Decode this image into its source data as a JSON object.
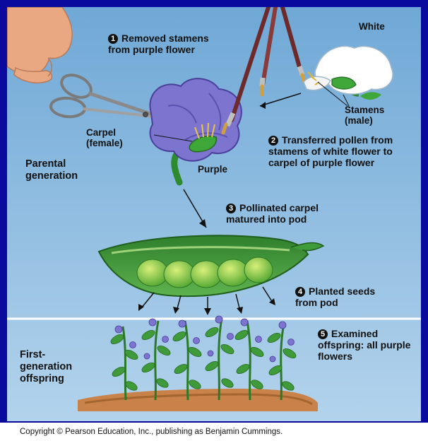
{
  "steps": [
    {
      "number": "1",
      "text": "Removed stamens from purple flower"
    },
    {
      "number": "2",
      "text": "Transferred pollen from stamens of white flower to carpel of purple flower"
    },
    {
      "number": "3",
      "text": "Pollinated carpel matured into pod"
    },
    {
      "number": "4",
      "text": "Planted seeds from pod"
    },
    {
      "number": "5",
      "text": "Examined offspring: all purple flowers"
    }
  ],
  "labels": {
    "white": "White",
    "stamens": "Stamens (male)",
    "carpel": "Carpel (female)",
    "purple": "Purple",
    "parental_generation": "Parental generation",
    "first_generation": "First-generation offspring"
  },
  "copyright": "Copyright © Pearson Education, Inc., publishing as Benjamin Cummings.",
  "colors": {
    "border": "#0a0a9e",
    "background_top": "#7fb2da",
    "background_bottom": "#a9cde8",
    "purple_flower": "#7d74d0",
    "pod": "#3f9a3a",
    "soil": "#c9824a"
  },
  "icons": [
    "scissors-icon",
    "paintbrush-icon",
    "hand-icon",
    "pea-pod-icon",
    "pea-plant-icon",
    "arrow-icon"
  ]
}
